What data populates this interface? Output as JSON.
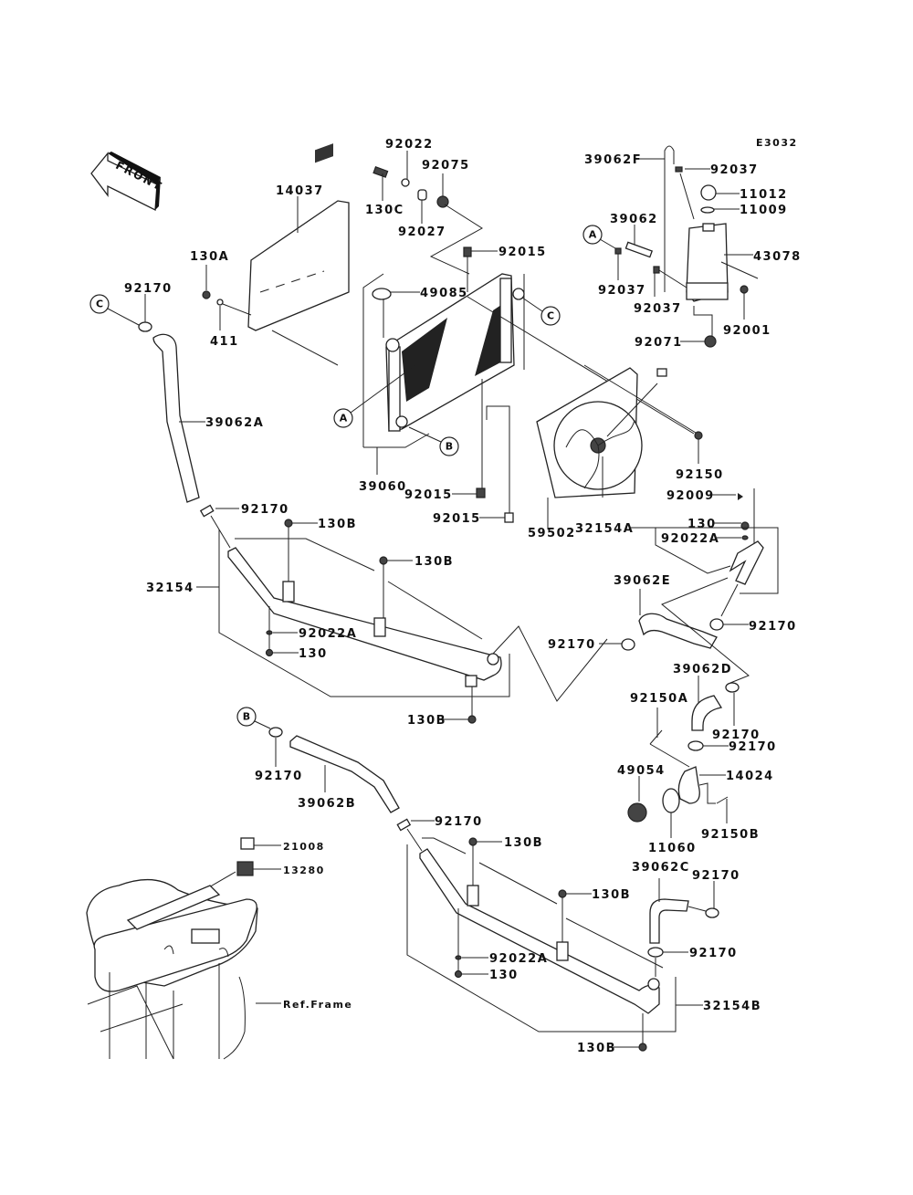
{
  "diagram": {
    "code": "E3032",
    "front_arrow": "FRONT",
    "ref_frame": "Ref.Frame",
    "callouts": {
      "a": "A",
      "b": "B",
      "c": "C"
    },
    "labels": {
      "p92022_top": "92022",
      "p92075": "92075",
      "p130C": "130C",
      "p92027": "92027",
      "p14037": "14037",
      "p130A": "130A",
      "p411": "411",
      "p92170_c": "92170",
      "p92015_top": "92015",
      "p49085": "49085",
      "p39062A": "39062A",
      "p39060": "39060",
      "p92015_mid": "92015",
      "p92015_low": "92015",
      "p59502": "59502",
      "p39062F": "39062F",
      "p92037_top": "92037",
      "p11012": "11012",
      "p11009": "11009",
      "p39062": "39062",
      "p43078": "43078",
      "p92037_left": "92037",
      "p92037_mid": "92037",
      "p92001": "92001",
      "p92071": "92071",
      "p92150": "92150",
      "p92009": "92009",
      "p32154A": "32154A",
      "p130_a": "130",
      "p92022A_a": "92022A",
      "p92170_hoseA": "92170",
      "p130B_1": "130B",
      "p130B_2": "130B",
      "p32154": "32154",
      "p92022A_b": "92022A",
      "p130_b": "130",
      "p130B_3": "130B",
      "p39062E": "39062E",
      "p92170_e1": "92170",
      "p92170_e2": "92170",
      "p39062D": "39062D",
      "p92150A": "92150A",
      "p92170_d1": "92170",
      "p92170_d2": "92170",
      "p49054": "49054",
      "p14024": "14024",
      "p11060": "11060",
      "p92150B": "92150B",
      "p92170_b": "92170",
      "p39062B": "39062B",
      "p92170_lower": "92170",
      "p130B_4": "130B",
      "p21008": "21008",
      "p13280": "13280",
      "p130B_5": "130B",
      "p39062C": "39062C",
      "p92170_c1": "92170",
      "p92170_c2": "92170",
      "p92022A_c": "92022A",
      "p130_c": "130",
      "p32154B": "32154B",
      "p130B_6": "130B"
    }
  }
}
